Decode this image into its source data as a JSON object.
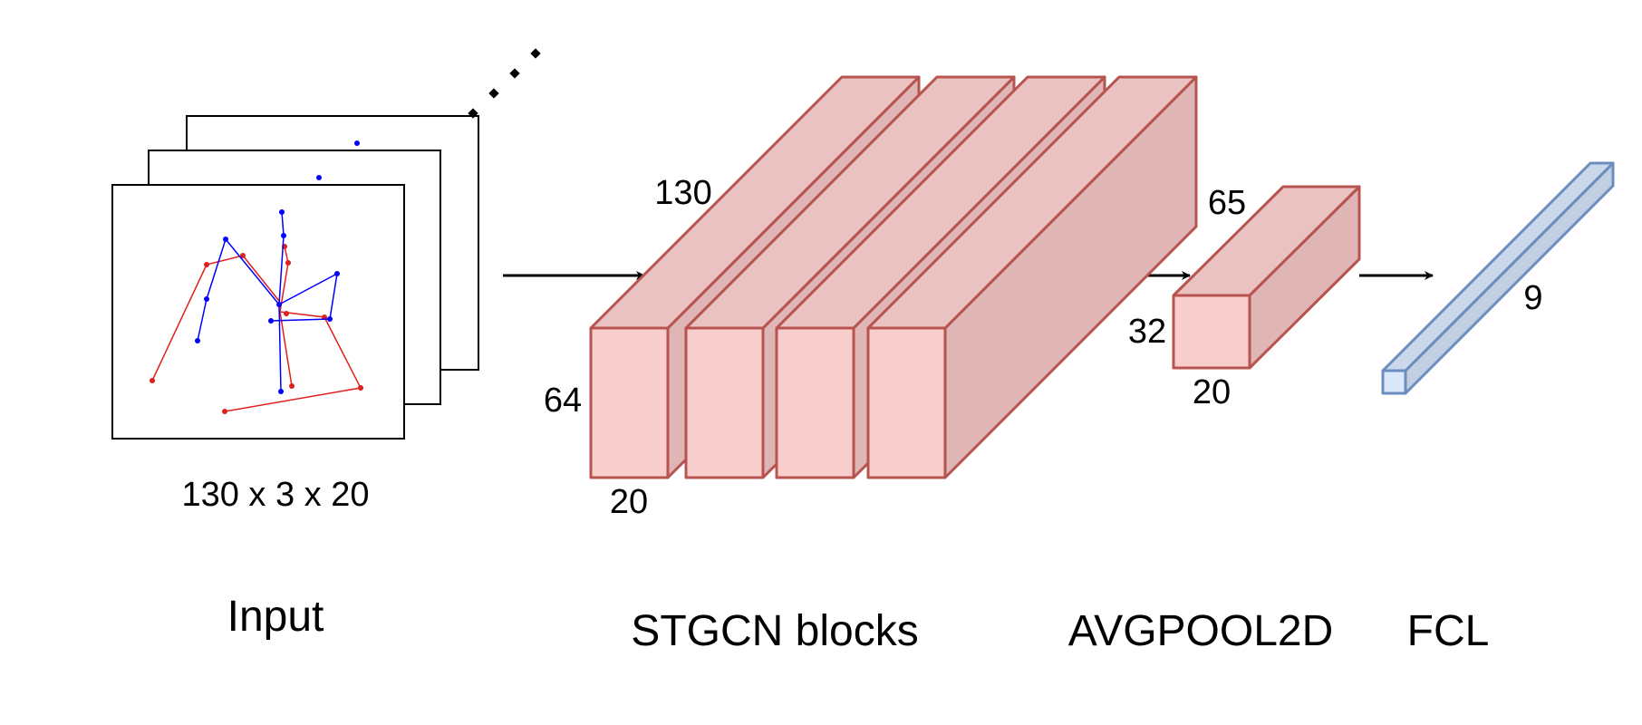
{
  "input": {
    "dims_label": "130 x 3 x 20",
    "caption": "Input",
    "continuation_marker": "dots"
  },
  "stgcn": {
    "caption": "STGCN blocks",
    "length_label": "130",
    "height_label": "64",
    "width_label": "20",
    "block_count": 4
  },
  "avgpool": {
    "caption": "AVGPOOL2D",
    "length_label": "65",
    "height_label": "32",
    "width_label": "20"
  },
  "fcl": {
    "caption": "FCL",
    "length_label": "9"
  },
  "colors": {
    "block_front": "#f8cecc",
    "block_top": "#eac2c1",
    "block_side": "#dfb5b5",
    "block_stroke": "#b85450",
    "fcl_front": "#dae8fc",
    "fcl_top": "#cbd8ec",
    "fcl_side": "#c2cfe3",
    "fcl_stroke": "#6c8ebf",
    "skeleton_blue": "#0000ff",
    "skeleton_red": "#e0201b",
    "arrow": "#000000"
  }
}
